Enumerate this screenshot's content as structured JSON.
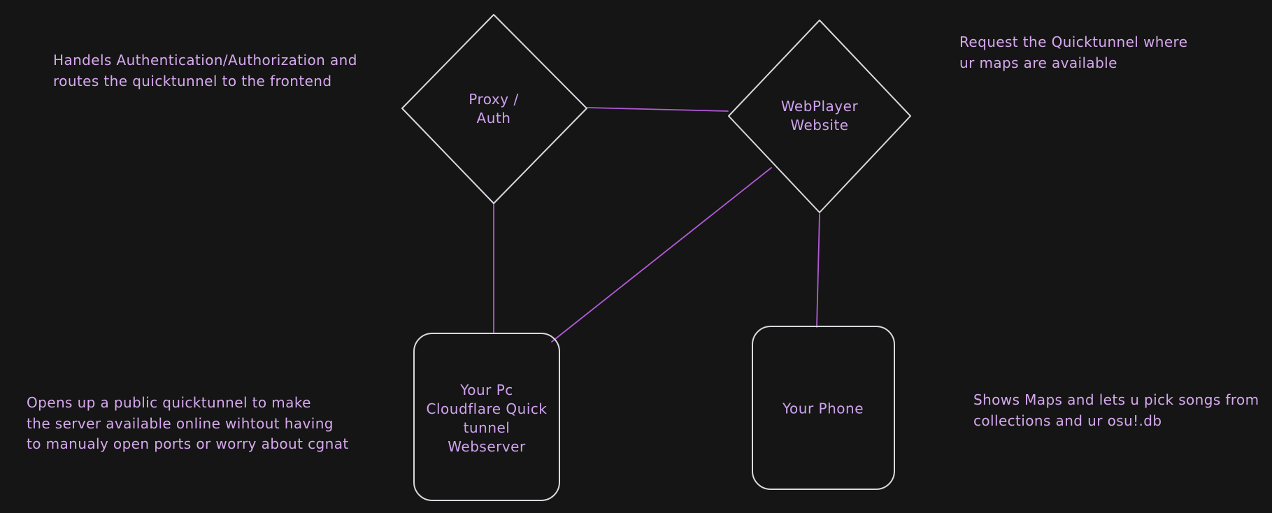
{
  "title": "osu! WebPlayer quicktunnel architecture diagram",
  "colors": {
    "background": "#151515",
    "node_stroke": "#d9d9de",
    "connector": "#b35ad8",
    "node_label": "#cfa3ef",
    "annotation_text": "#d7a9ef"
  },
  "nodes": [
    {
      "id": "proxy-auth",
      "shape": "diamond",
      "label": "Proxy /\nAuth"
    },
    {
      "id": "webplayer-website",
      "shape": "diamond",
      "label": "WebPlayer\nWebsite"
    },
    {
      "id": "your-pc",
      "shape": "rounded-rectangle",
      "label": "Your Pc\nCloudflare Quick\ntunnel\nWebserver"
    },
    {
      "id": "your-phone",
      "shape": "rounded-rectangle",
      "label": "Your Phone"
    }
  ],
  "edges": [
    {
      "from": "proxy-auth",
      "to": "webplayer-website"
    },
    {
      "from": "proxy-auth",
      "to": "your-pc"
    },
    {
      "from": "webplayer-website",
      "to": "your-pc"
    },
    {
      "from": "webplayer-website",
      "to": "your-phone"
    }
  ],
  "annotations": [
    {
      "id": "proxy-auth-note",
      "text": "Handels Authentication/Authorization and\nroutes the quicktunnel to the frontend"
    },
    {
      "id": "webplayer-note",
      "text": "Request the Quicktunnel where\nur maps are available"
    },
    {
      "id": "your-pc-note",
      "text": "Opens up a public quicktunnel to make\nthe server available online wihtout having\nto manualy open ports or worry about cgnat"
    },
    {
      "id": "your-phone-note",
      "text": "Shows Maps and lets u pick songs from\ncollections and ur osu!.db"
    }
  ]
}
